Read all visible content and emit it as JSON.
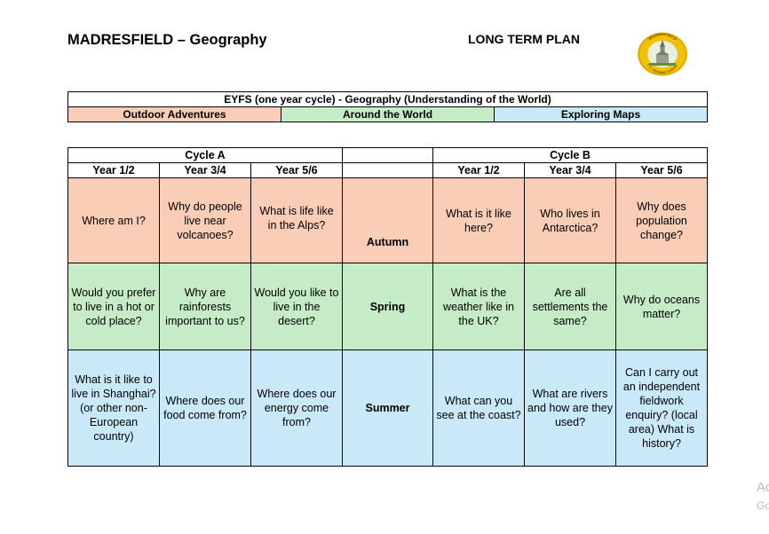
{
  "header": {
    "title": "MADRESFIELD – Geography",
    "subtitle": "LONG TERM PLAN",
    "logo_text_top": "MADRESFIELD",
    "logo_text_bottom": "C.E. PRIMARY SCHOOL"
  },
  "eyfs": {
    "title": "EYFS (one year cycle) - Geography (Understanding of the World)",
    "themes": [
      "Outdoor Adventures",
      "Around the World",
      "Exploring Maps"
    ]
  },
  "plan": {
    "cycle_a": "Cycle A",
    "cycle_b": "Cycle B",
    "years": [
      "Year 1/2",
      "Year 3/4",
      "Year 5/6"
    ],
    "rows": [
      {
        "season": "Autumn",
        "a": [
          "Where am I?",
          "Why do people live near volcanoes?",
          "What is life like in the Alps?"
        ],
        "b": [
          "What is it like here?",
          "Who lives in Antarctica?",
          "Why does population change?"
        ]
      },
      {
        "season": "Spring",
        "a": [
          "Would you prefer to live in a hot or cold place?",
          "Why are rainforests important to us?",
          "Would you like to live in the desert?"
        ],
        "b": [
          "What is the weather like in the UK?",
          "Are all settlements the same?",
          "Why do oceans matter?"
        ]
      },
      {
        "season": "Summer",
        "a": [
          "What is it like to live in Shanghai? (or other non-European country)",
          "Where does our food come from?",
          "Where does our energy come from?"
        ],
        "b": [
          "What can you see at the coast?",
          "What are rivers and how are they used?",
          "Can I carry out an independent fieldwork enquiry? (local area) What is history?"
        ]
      }
    ]
  },
  "watermark": {
    "line1": "Ac",
    "line2": "Go"
  },
  "colors": {
    "autumn": "#f9cdb6",
    "spring": "#c5ecc7",
    "summer": "#c9e9f8"
  }
}
